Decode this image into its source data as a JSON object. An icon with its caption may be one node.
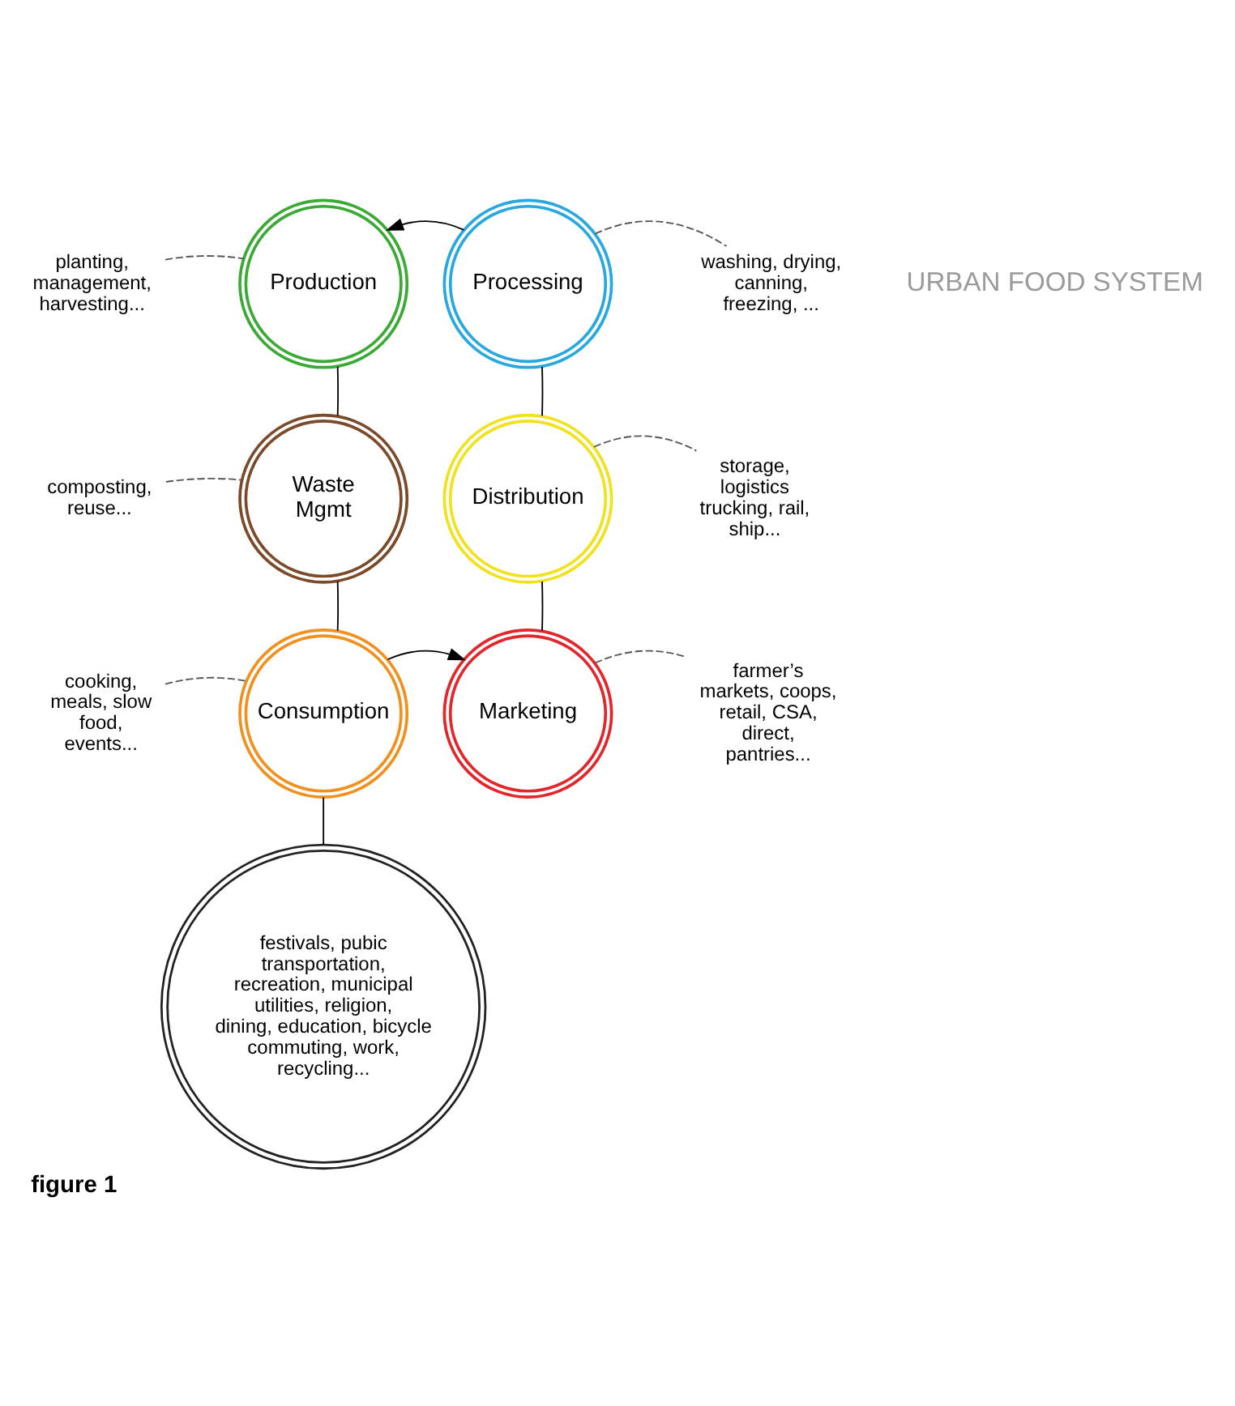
{
  "diagram": {
    "caption": "figure 1",
    "nodes": [
      {
        "text": [
          "planting, management, harvesting..."
        ]
      },
      {
        "text": [
          "Production"
        ]
      },
      {
        "text": [
          "Processing"
        ]
      },
      {
        "text": [
          "washing, drying, canning, freezing, ..."
        ]
      },
      {
        "text": [
          "composting, reuse..."
        ]
      },
      {
        "text": [
          "Waste Mgmt"
        ]
      },
      {
        "text": [
          "Distribution"
        ]
      },
      {
        "text": [
          "storage, logistics trucking, rail, ship..."
        ]
      },
      {
        "text": [
          "cooking, meals, slow food, events..."
        ]
      },
      {
        "text": [
          "Consumption"
        ]
      },
      {
        "text": [
          "Marketing"
        ]
      },
      {
        "text": [
          "farmer’s markets, coops, retail, CSA, direct, pantries..."
        ]
      },
      {
        "text": [
          "festivals, pubic transportation, recreation, municipal utilities, religion, dining, education, bicycle commuting, work, recycling..."
        ]
      }
    ],
    "edges": [
      {
        "from": 2,
        "to": 1,
        "arrow": "to"
      },
      {
        "from": 1,
        "to": 5,
        "arrow": "none"
      },
      {
        "from": 5,
        "to": 9,
        "arrow": "none"
      },
      {
        "from": 9,
        "to": 10,
        "arrow": "to"
      },
      {
        "from": 10,
        "to": 6,
        "arrow": "none"
      },
      {
        "from": 6,
        "to": 2,
        "arrow": "none"
      },
      {
        "from": 9,
        "to": 12,
        "arrow": "none"
      },
      {
        "from": 0,
        "to": 1,
        "arrow": "none",
        "style": "dashed"
      },
      {
        "from": 2,
        "to": 3,
        "arrow": "none",
        "style": "dashed"
      },
      {
        "from": 4,
        "to": 5,
        "arrow": "none",
        "style": "dashed"
      },
      {
        "from": 6,
        "to": 7,
        "arrow": "none",
        "style": "dashed"
      },
      {
        "from": 8,
        "to": 9,
        "arrow": "none",
        "style": "dashed"
      },
      {
        "from": 10,
        "to": 11,
        "arrow": "none",
        "style": "dashed"
      }
    ],
    "labels": [
      "URBAN FOOD SYSTEM"
    ]
  }
}
